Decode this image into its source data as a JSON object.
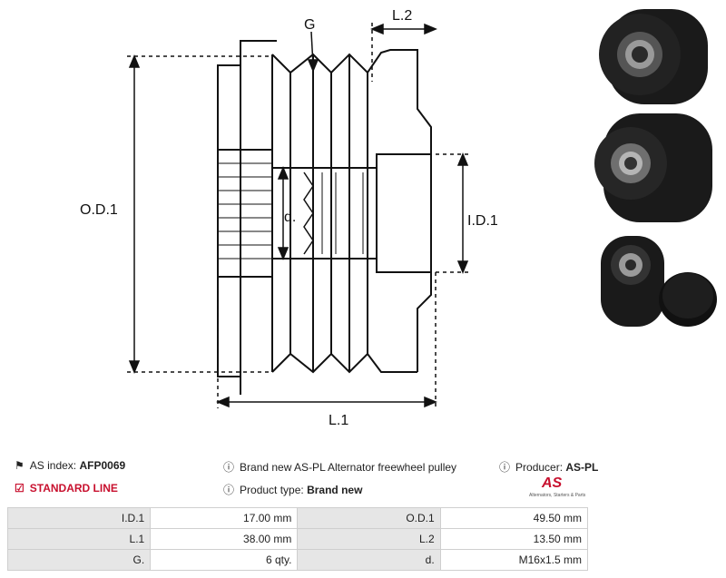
{
  "drawing": {
    "groove_label": "G",
    "l2_label": "L.2",
    "od_label": "O.D.1",
    "d_label": "d.",
    "id_label": "I.D.1",
    "l1_label": "L.1"
  },
  "info": {
    "as_index_label": "AS index:",
    "as_index_value": "AFP0069",
    "description": "Brand new AS-PL Alternator freewheel pulley",
    "producer_label": "Producer:",
    "producer_value": "AS-PL",
    "line_label": "STANDARD LINE",
    "product_type_label": "Product type:",
    "product_type_value": "Brand new",
    "logo_text": "AS",
    "logo_subtitle": "Alternators, Starters & Parts"
  },
  "specs": [
    [
      {
        "k": "I.D.1",
        "v": "17.00 mm"
      },
      {
        "k": "O.D.1",
        "v": "49.50 mm"
      }
    ],
    [
      {
        "k": "L.1",
        "v": "38.00 mm"
      },
      {
        "k": "L.2",
        "v": "13.50 mm"
      }
    ],
    [
      {
        "k": "G.",
        "v": "6 qty."
      },
      {
        "k": "d.",
        "v": "M16x1.5 mm"
      }
    ]
  ],
  "colors": {
    "brand_red": "#c8102e",
    "table_key_bg": "#e6e6e6"
  }
}
